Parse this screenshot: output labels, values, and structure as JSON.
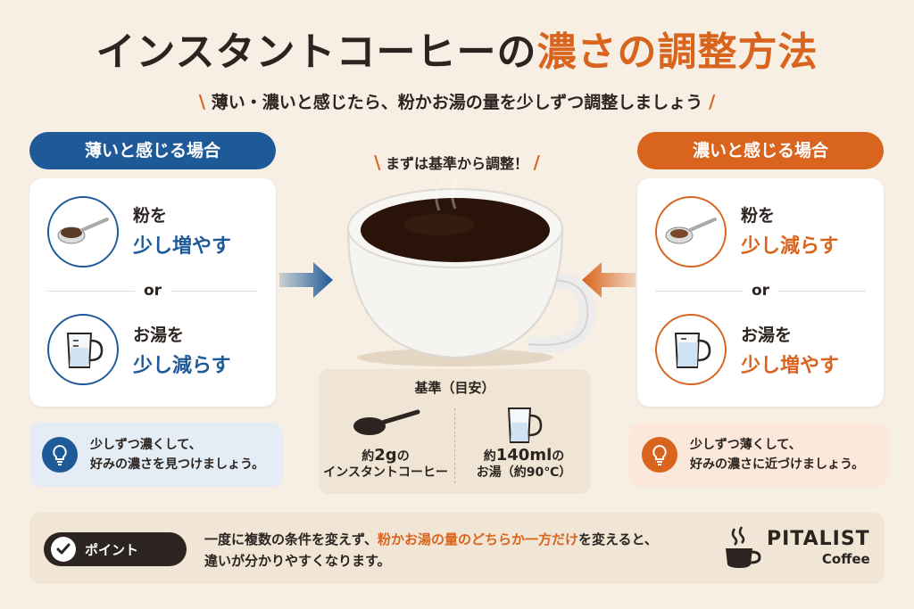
{
  "header": {
    "title_part1": "インスタントコーヒーの",
    "title_part2": "濃さの調整方法",
    "subtitle": "薄い・濃いと感じたら、粉かお湯の量を少しずつ調整しましょう"
  },
  "left": {
    "header": "薄いと感じる場合",
    "option1": {
      "line1": "粉を",
      "line2": "少し増やす",
      "icon": "spoon-powder-icon"
    },
    "or_label": "or",
    "option2": {
      "line1": "お湯を",
      "line2": "少し減らす",
      "icon": "measuring-cup-icon"
    },
    "tip": {
      "line1": "少しずつ濃くして、",
      "line2": "好みの濃さを見つけましょう。",
      "icon": "lightbulb-icon"
    }
  },
  "right": {
    "header": "濃いと感じる場合",
    "option1": {
      "line1": "粉を",
      "line2": "少し減らす",
      "icon": "spoon-powder-icon"
    },
    "or_label": "or",
    "option2": {
      "line1": "お湯を",
      "line2": "少し増やす",
      "icon": "measuring-cup-icon"
    },
    "tip": {
      "line1": "少しずつ薄くして、",
      "line2": "好みの濃さに近づけましょう。",
      "icon": "lightbulb-icon"
    }
  },
  "center": {
    "callout": "まずは基準から調整！",
    "standard": {
      "title": "基準（目安）",
      "powder": {
        "amount_prefix": "約",
        "amount_value": "2g",
        "amount_suffix": "の",
        "label": "インスタントコーヒー"
      },
      "water": {
        "amount_prefix": "約",
        "amount_value": "140ml",
        "amount_suffix": "の",
        "label": "お湯（約90℃）"
      }
    }
  },
  "point": {
    "label": "ポイント",
    "text_a": "一度に複数の条件を変えず、",
    "text_highlight": "粉かお湯の量のどちらか一方だけ",
    "text_b": "を変えると、",
    "text_line2": "違いが分かりやすくなります。"
  },
  "brand": {
    "name": "PITALIST",
    "sub": "Coffee"
  },
  "colors": {
    "blue": "#1f5a98",
    "orange": "#d9641e",
    "dark": "#2b2420",
    "background": "#f7efe3"
  }
}
